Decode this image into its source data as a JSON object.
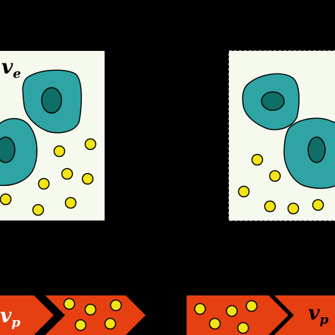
{
  "labels": {
    "ve_main": "v",
    "ve_sub": "e",
    "vp_left_main": "v",
    "vp_left_sub": "p",
    "vp_right_main": "v",
    "vp_right_sub": "p"
  },
  "colors": {
    "background": "#000000",
    "panel": "#f6f9ee",
    "cell_body": "#2ea5a4",
    "cell_nucleus": "#0f6e68",
    "particle": "#f3e515",
    "arrow": "#e63f12"
  }
}
